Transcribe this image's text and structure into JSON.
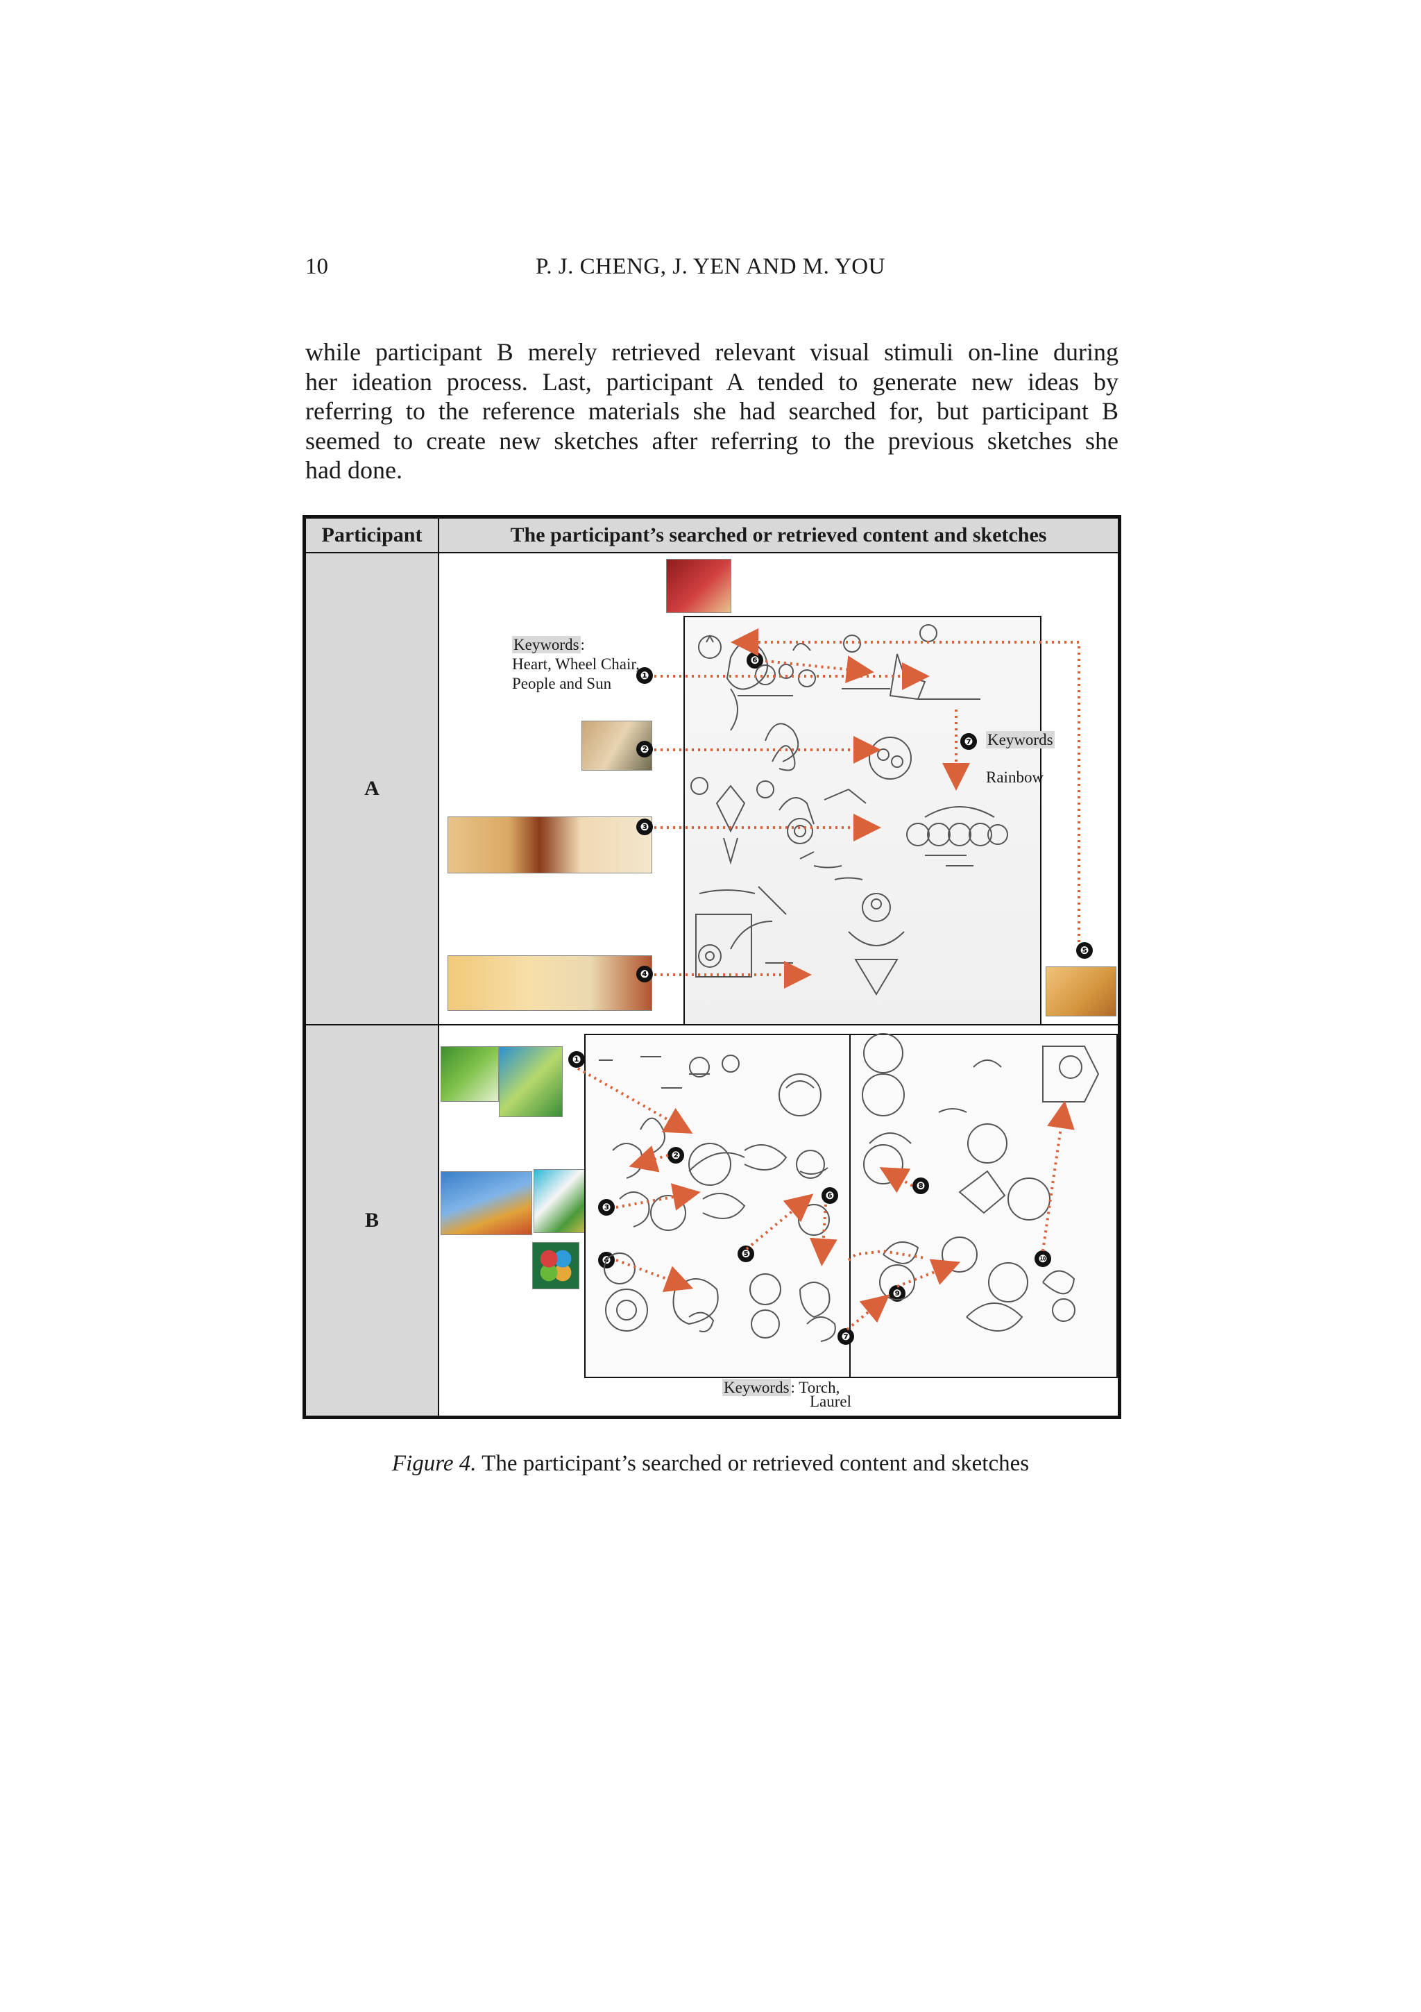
{
  "header": {
    "page_number": "10",
    "running_title": "P. J. CHENG, J. YEN AND M. YOU"
  },
  "paragraph": {
    "lines": [
      "while participant B merely retrieved relevant visual stimuli on-line during",
      "her ideation process. Last, participant A tended to generate new ideas by",
      "referring to the reference materials she had searched for, but participant B",
      "seemed to create new sketches after referring to the previous sketches she",
      "had done."
    ]
  },
  "figure": {
    "table_header": {
      "col1": "Participant",
      "col2": "The participant’s searched or retrieved content and sketches"
    },
    "row_a": {
      "label": "A",
      "keywords_label": "Keywords",
      "keywords_colon": ":",
      "keywords_line1": "Heart, Wheel Chair,",
      "keywords_line2": "People and Sun",
      "keywords7_label": "Keywords",
      "keywords7_value": "Rainbow",
      "badges": [
        "❶",
        "❷",
        "❸",
        "❹",
        "❺",
        "❻",
        "❼"
      ]
    },
    "row_b": {
      "label": "B",
      "keywords_label": "Keywords",
      "keywords_value": ": Torch,",
      "keywords_cut": "Laurel",
      "badges": [
        "❶",
        "❷",
        "❸",
        "❹",
        "❺",
        "❻",
        "❼",
        "❽",
        "❾",
        "❿"
      ]
    },
    "arrow_color": "#d9623b",
    "caption_label": "Figure 4.",
    "caption_text": "The participant’s searched or retrieved content and sketches"
  }
}
